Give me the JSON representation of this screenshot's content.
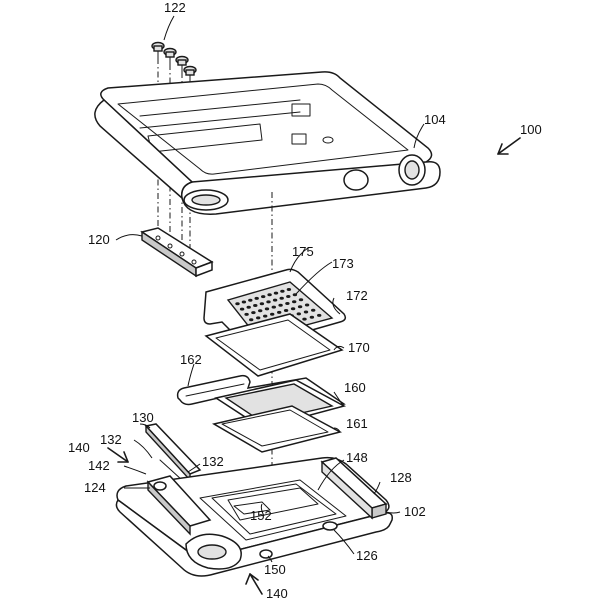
{
  "labels": {
    "l100": "100",
    "l102": "102",
    "l104": "104",
    "l120": "120",
    "l122": "122",
    "l124": "124",
    "l126": "126",
    "l128": "128",
    "l130": "130",
    "l132a": "132",
    "l132b": "132",
    "l140a": "140",
    "l140b": "140",
    "l142": "142",
    "l148": "148",
    "l150": "150",
    "l152": "152",
    "l160": "160",
    "l161": "161",
    "l162": "162",
    "l170": "170",
    "l172": "172",
    "l173": "173",
    "l175": "175"
  }
}
